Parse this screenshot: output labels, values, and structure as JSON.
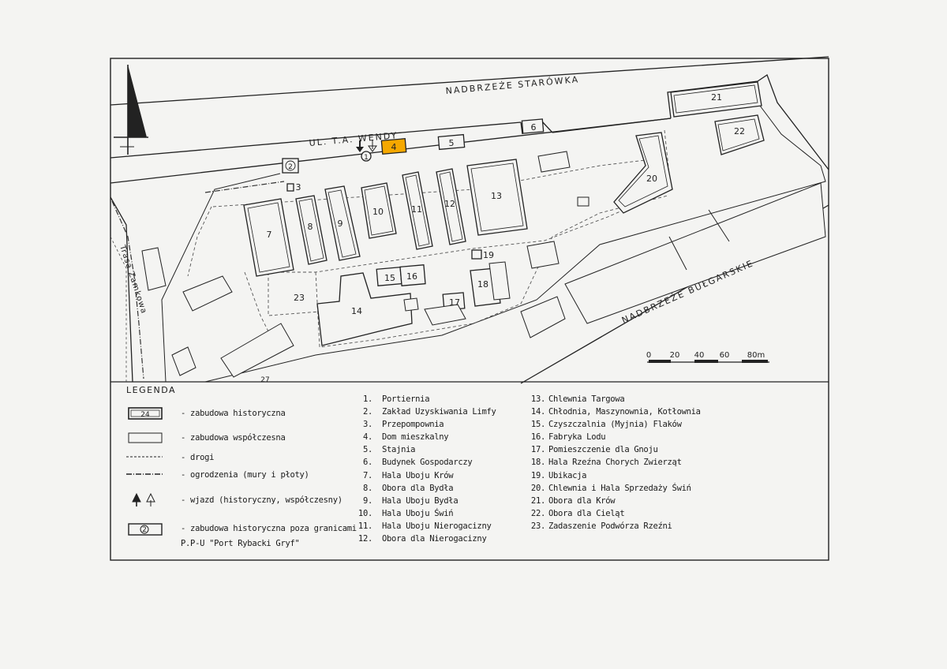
{
  "map": {
    "street_top": "NADBRZEŻE STARÓWKA",
    "street_wendy": "UL. T.A. WENDY",
    "street_bulgarskie": "NADBRZEŻE BUŁGARSKIE",
    "street_zamkowa": "Trasa Zamkowa",
    "highlight_color": "#f5a800",
    "building_labels": [
      "1",
      "2",
      "3",
      "4",
      "5",
      "6",
      "7",
      "8",
      "9",
      "10",
      "11",
      "12",
      "13",
      "14",
      "15",
      "16",
      "17",
      "18",
      "19",
      "20",
      "21",
      "22",
      "23",
      "27"
    ],
    "scale": {
      "ticks": [
        "0",
        "20",
        "40",
        "60",
        "80m"
      ]
    }
  },
  "legend": {
    "title": "LEGENDA",
    "symbols": [
      {
        "sample": "24",
        "text": "- zabudowa historyczna"
      },
      {
        "sample": "",
        "text": "- zabudowa współczesna"
      },
      {
        "sample": "",
        "text": "- drogi"
      },
      {
        "sample": "",
        "text": "- ogrodzenia (mury i płoty)"
      },
      {
        "sample": "",
        "text": "- wjazd (historyczny, współczesny)"
      },
      {
        "sample": "2",
        "text": "- zabudowa historyczna poza granicami"
      },
      {
        "sample": "",
        "text": "P.P-U \"Port Rybacki Gryf\""
      }
    ],
    "items_col1": [
      {
        "num": "1.",
        "name": "Portiernia"
      },
      {
        "num": "2.",
        "name": "Zakład Uzyskiwania Limfy"
      },
      {
        "num": "3.",
        "name": "Przepompownia"
      },
      {
        "num": "4.",
        "name": "Dom mieszkalny"
      },
      {
        "num": "5.",
        "name": "Stajnia"
      },
      {
        "num": "6.",
        "name": "Budynek Gospodarczy"
      },
      {
        "num": "7.",
        "name": "Hala Uboju Krów"
      },
      {
        "num": "8.",
        "name": "Obora dla Bydła"
      },
      {
        "num": "9.",
        "name": "Hala Uboju Bydła"
      },
      {
        "num": "10.",
        "name": "Hala Uboju Świń"
      },
      {
        "num": "11.",
        "name": "Hala Uboju Nierogacizny"
      },
      {
        "num": "12.",
        "name": "Obora dla Nierogacizny"
      }
    ],
    "items_col2": [
      {
        "num": "13.",
        "name": "Chlewnia Targowa"
      },
      {
        "num": "14.",
        "name": "Chłodnia, Maszynownia, Kotłownia"
      },
      {
        "num": "15.",
        "name": "Czyszczalnia (Myjnia) Flaków"
      },
      {
        "num": "16.",
        "name": "Fabryka Lodu"
      },
      {
        "num": "17.",
        "name": "Pomieszczenie dla Gnoju"
      },
      {
        "num": "18.",
        "name": "Hala Rzeźna Chorych Zwierząt"
      },
      {
        "num": "19.",
        "name": "Ubikacja"
      },
      {
        "num": "20.",
        "name": "Chlewnia i Hala Sprzedaży Świń"
      },
      {
        "num": "21.",
        "name": "Obora dla Krów"
      },
      {
        "num": "22.",
        "name": "Obora dla Cieląt"
      },
      {
        "num": "23.",
        "name": "Zadaszenie Podwórza Rzeźni"
      }
    ]
  }
}
